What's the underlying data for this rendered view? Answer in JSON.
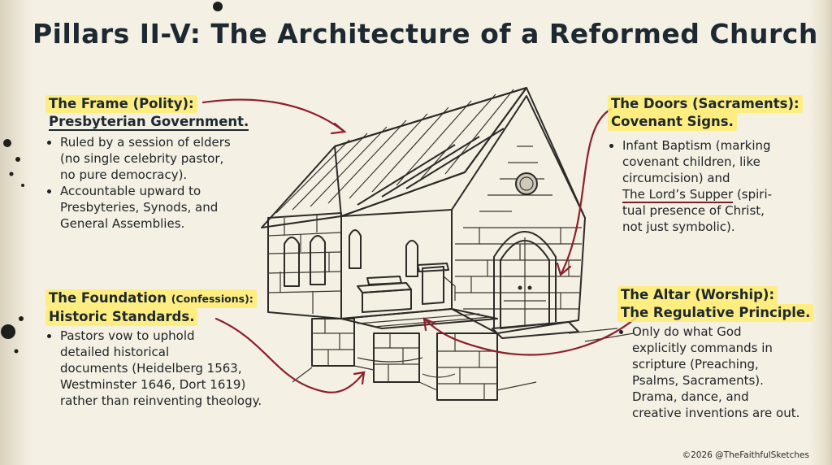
{
  "title": "Pillars II-V: The Architecture of a Reformed Church",
  "frame": {
    "heading": "The Frame (Polity):",
    "subheading": "Presbyterian Government.",
    "bullets": [
      "Ruled by a session of elders",
      "(no single celebrity pastor,",
      "no pure democracy).",
      "Accountable upward to",
      "Presbyteries, Synods, and",
      "General Assemblies."
    ]
  },
  "foundation": {
    "heading": "The Foundation",
    "heading_small": "(Confessions):",
    "subheading": "Historic Standards.",
    "bullets": [
      "Pastors vow to uphold",
      "detailed historical",
      "documents (Heidelberg 1563,",
      "Westminster 1646, Dort 1619)",
      "rather than reinventing theology."
    ]
  },
  "doors": {
    "heading": "The Doors (Sacraments):",
    "subheading": "Covenant Signs.",
    "bullets": [
      "Infant Baptism (marking",
      "covenant children, like",
      "circumcision) and",
      "The Lord’s Supper",
      " (spiri-",
      "tual presence of Christ,",
      "not just symbolic)."
    ]
  },
  "altar": {
    "heading": "The Altar (Worship):",
    "subheading": "The Regulative Principle.",
    "bullets": [
      "Only do what God",
      "explicitly commands in",
      "scripture (Preaching,",
      "Psalms, Sacraments).",
      "Drama, dance, and",
      "creative inventions are out."
    ]
  },
  "credit": "©2026 @TheFaithfulSketches",
  "colors": {
    "highlight": "#ffec6e",
    "arrow": "#8e1f2c",
    "ink": "#1d2830",
    "paper": "#f4f0e4"
  },
  "illustration": "church-cutaway-sketch"
}
